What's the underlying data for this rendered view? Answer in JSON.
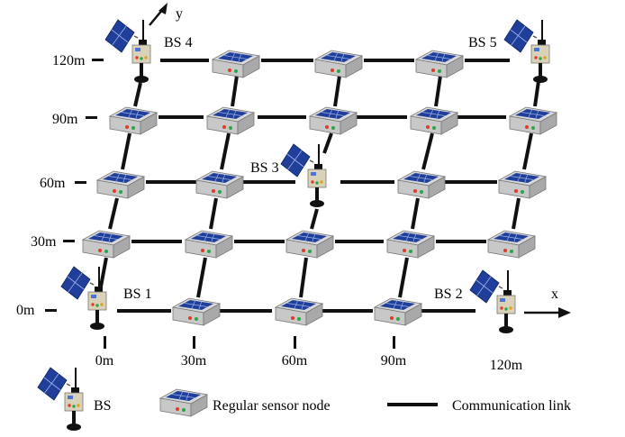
{
  "axes": {
    "x_label": "x",
    "y_label": "y"
  },
  "y_ticks": [
    "120m",
    "90m",
    "60m",
    "30m",
    "0m"
  ],
  "x_ticks": [
    "0m",
    "30m",
    "60m",
    "90m",
    "120m"
  ],
  "base_stations": [
    {
      "id": "bs1",
      "label": "BS 1"
    },
    {
      "id": "bs2",
      "label": "BS 2"
    },
    {
      "id": "bs3",
      "label": "BS 3"
    },
    {
      "id": "bs4",
      "label": "BS 4"
    },
    {
      "id": "bs5",
      "label": "BS 5"
    }
  ],
  "legend": {
    "bs": "BS",
    "sensor": "Regular sensor node",
    "link": "Communication link"
  },
  "colors": {
    "panel": "#1f3f9a",
    "node_top": "#d6d6d6",
    "node_side": "#bdbdbd",
    "led_red": "#e23a2a",
    "led_green": "#27a845",
    "link": "#111111"
  }
}
